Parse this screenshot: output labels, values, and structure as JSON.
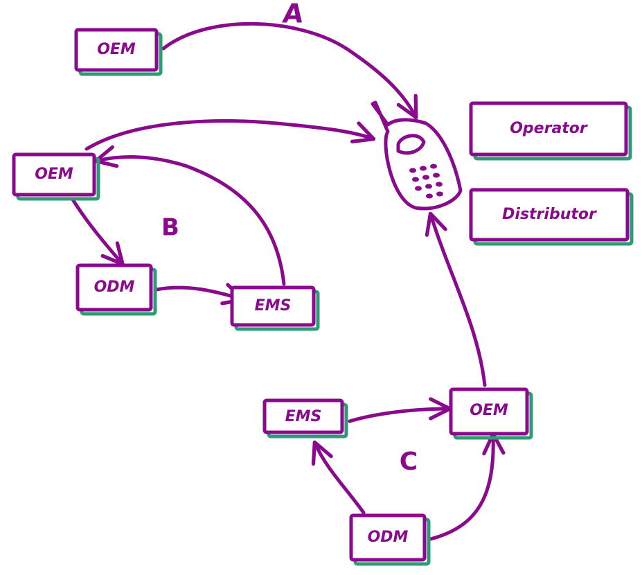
{
  "colors": {
    "ink": "#8a0a8e",
    "shadow": "#2e9a76",
    "background": "#ffffff"
  },
  "groups": {
    "a": "A",
    "b": "B",
    "c": "C"
  },
  "boxes": {
    "oem_a": "OEM",
    "oem_b": "OEM",
    "odm_b": "ODM",
    "ems_b": "EMS",
    "ems_c": "EMS",
    "oem_c": "OEM",
    "odm_c": "ODM",
    "operator": "Operator",
    "distributor": "Distributor"
  },
  "icons": {
    "phone": "mobile-phone-icon"
  }
}
